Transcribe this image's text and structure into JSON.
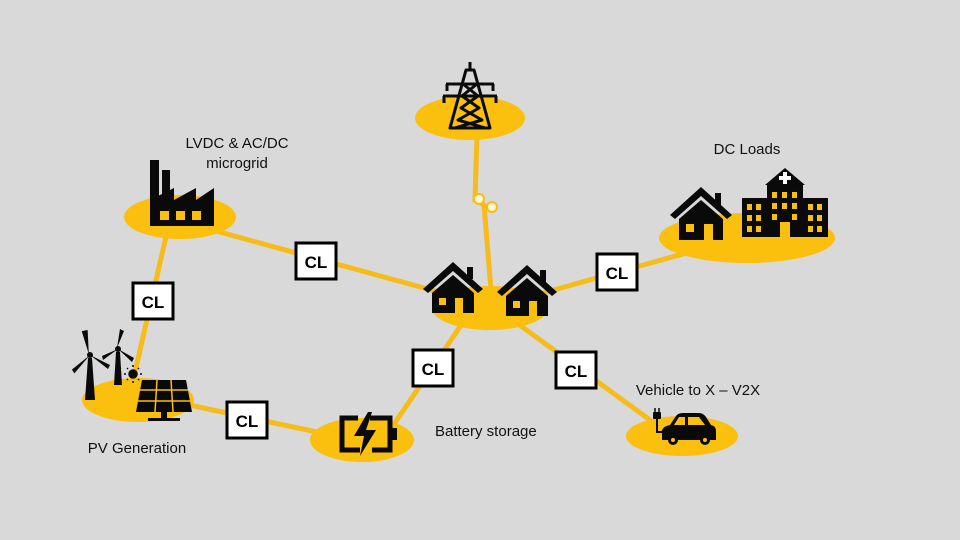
{
  "colors": {
    "background": "#d9d9d9",
    "node_fill": "#fbbf0d",
    "link": "#f5bc1c",
    "icon": "#0a0a0a",
    "cl_border": "#000000",
    "cl_fill": "#ffffff"
  },
  "nodes": {
    "grid": {
      "icon": "transmission-tower-icon"
    },
    "microgrid": {
      "label_line1": "LVDC & AC/DC",
      "label_line2": "microgrid",
      "icon": "factory-icon"
    },
    "hub": {
      "icon": "houses-icon"
    },
    "dc_loads": {
      "label": "DC Loads",
      "icon": "house-and-hospital-icon"
    },
    "pv": {
      "label": "PV Generation",
      "icon": "wind-turbine-and-solar-panel-icon"
    },
    "battery": {
      "label": "Battery storage",
      "icon": "battery-charging-icon"
    },
    "vehicle": {
      "label": "Vehicle to X – V2X",
      "icon": "electric-car-icon"
    }
  },
  "cl_label": "CL"
}
